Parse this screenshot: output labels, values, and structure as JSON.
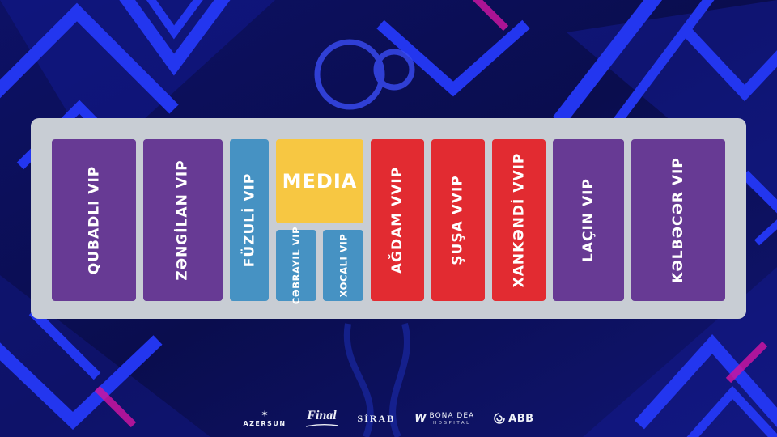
{
  "stage_map": {
    "band_color": "#c8cdd4",
    "sections": [
      {
        "label": "QUBADLI VIP",
        "color": "#673a94"
      },
      {
        "label": "ZƏNGİLAN VIP",
        "color": "#673a94"
      },
      {
        "label": "FÜZULİ VIP",
        "color": "#4692c3"
      },
      {
        "label": "AĞDAM VVIP",
        "color": "#e22b31"
      },
      {
        "label": "ŞUŞA VVIP",
        "color": "#e22b31"
      },
      {
        "label": "XANKƏNDİ VVIP",
        "color": "#e22b31"
      },
      {
        "label": "LAÇIN VIP",
        "color": "#673a94"
      },
      {
        "label": "KƏLBƏCƏR VIP",
        "color": "#673a94"
      }
    ],
    "media": {
      "label": "MEDIA",
      "color": "#f7c742"
    },
    "media_subsections": [
      {
        "label": "CƏBRAYIL VIP",
        "color": "#4692c3"
      },
      {
        "label": "XOCALI VIP",
        "color": "#4692c3"
      }
    ]
  },
  "sponsors": {
    "azersun": {
      "name": "AZERSUN",
      "emblem": "sun-star"
    },
    "final": {
      "name": "Final"
    },
    "sirab": {
      "name": "SİRAB"
    },
    "bonadea": {
      "mark": "W",
      "name": "BONA DEA",
      "sub": "HOSPITAL"
    },
    "abb": {
      "name": "ABB",
      "emblem": "swirl"
    }
  },
  "background": {
    "base_color": "#0b0e55",
    "accent_color": "#2336ef",
    "magenta_accent": "#c915a0"
  }
}
